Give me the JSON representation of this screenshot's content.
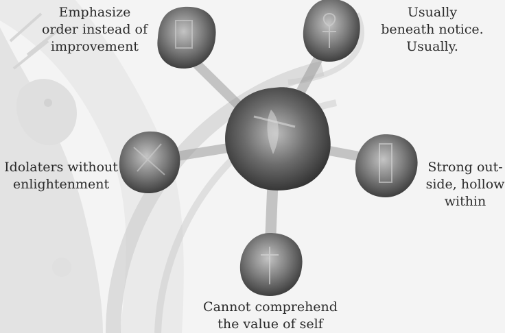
{
  "nodes": {
    "top_left": {
      "lines": [
        "Emphasize",
        "order instead of",
        "improvement"
      ]
    },
    "top_right": {
      "lines": [
        "Usually",
        "beneath notice.",
        "Usually."
      ]
    },
    "left": {
      "lines": [
        "Idolaters without",
        "enlightenment"
      ]
    },
    "right": {
      "lines": [
        "Strong out-",
        "side, hollow",
        "within"
      ]
    },
    "bottom": {
      "lines": [
        "Cannot comprehend",
        "the value of self"
      ]
    }
  },
  "icons": {
    "center": "skull-crest-icon",
    "top_left": "cage-icon",
    "top_right": "ankh-icon",
    "left": "shattered-mask-icon",
    "right": "fortress-tower-icon",
    "bottom": "serpent-staff-icon"
  }
}
